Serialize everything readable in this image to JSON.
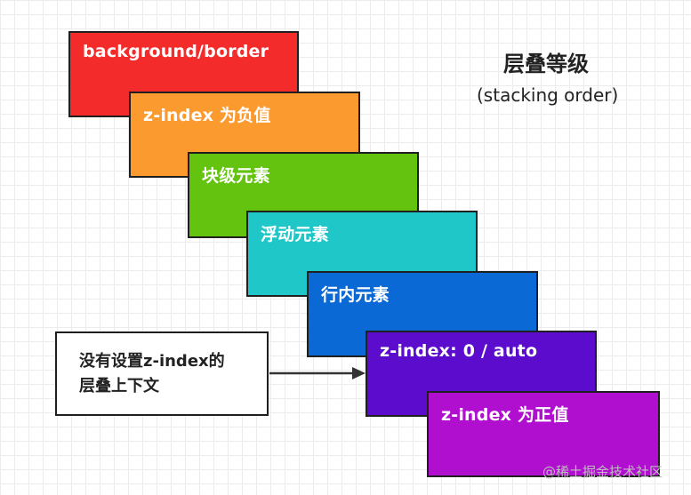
{
  "title": "层叠等级",
  "subtitle": "(stacking order)",
  "layers": [
    {
      "label": "background/border",
      "color": "#f42b2b"
    },
    {
      "label": "z-index 为负值",
      "color": "#fb9a2e"
    },
    {
      "label": "块级元素",
      "color": "#63c30f"
    },
    {
      "label": "浮动元素",
      "color": "#1fc7c8"
    },
    {
      "label": "行内元素",
      "color": "#0a69d4"
    },
    {
      "label": "z-index: 0 / auto",
      "color": "#5b0ccd"
    },
    {
      "label": "z-index 为正值",
      "color": "#b10fcf"
    }
  ],
  "note": {
    "line1": "没有设置z-index的",
    "line2": "层叠上下文"
  },
  "watermark": "@稀土掘金技术社区"
}
